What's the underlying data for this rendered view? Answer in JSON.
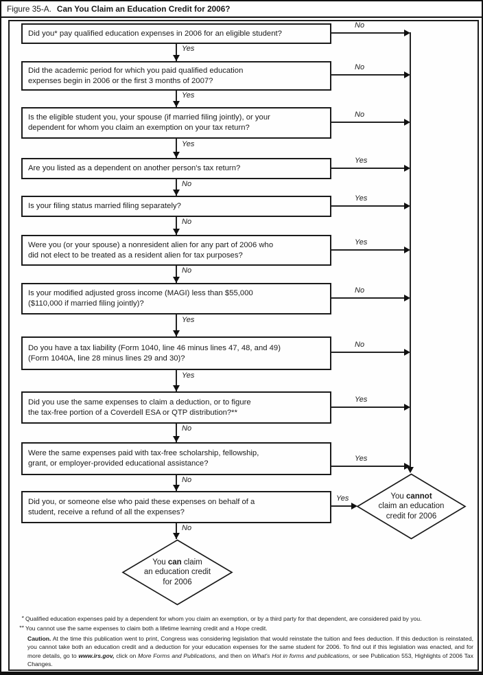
{
  "title": {
    "figure_label": "Figure 35-A.",
    "heading": "Can You Claim an Education Credit for 2006?"
  },
  "colors": {
    "ink": "#1a1a1a",
    "paper": "#fefefe"
  },
  "flowchart": {
    "boxes": [
      {
        "text": "Did you* pay qualified education expenses in 2006 for an eligible student?",
        "side_label": "No",
        "down_label": "Yes"
      },
      {
        "text": "Did the academic period for which you paid qualified education\nexpenses begin in 2006 or the first 3 months of 2007?",
        "side_label": "No",
        "down_label": "Yes"
      },
      {
        "text": "Is the eligible student you, your spouse (if married filing jointly), or your\ndependent for whom you claim an exemption on your tax return?",
        "side_label": "No",
        "down_label": "Yes"
      },
      {
        "text": "Are you listed as a dependent on another person's tax return?",
        "side_label": "Yes",
        "down_label": "No"
      },
      {
        "text": "Is your filing status married filing separately?",
        "side_label": "Yes",
        "down_label": "No"
      },
      {
        "text": "Were you (or your spouse) a nonresident alien for any part of 2006 who\ndid not elect to be treated as a resident alien for tax purposes?",
        "side_label": "Yes",
        "down_label": "No"
      },
      {
        "text": "Is your modified adjusted gross income (MAGI) less than $55,000\n($110,000 if married filing jointly)?",
        "side_label": "No",
        "down_label": "Yes"
      },
      {
        "text": "Do you have a tax liability (Form 1040, line 46 minus lines 47, 48, and 49)\n(Form 1040A, line 28 minus lines 29 and 30)?",
        "side_label": "No",
        "down_label": "Yes"
      },
      {
        "text": "Did you use the same expenses to claim a deduction, or to figure\nthe tax-free portion of a Coverdell ESA or QTP distribution?**",
        "side_label": "Yes",
        "down_label": "No"
      },
      {
        "text": "Were the same expenses paid with tax-free scholarship, fellowship,\ngrant, or employer-provided educational assistance?",
        "side_label": "Yes",
        "down_label": "No"
      },
      {
        "text": "Did you, or someone else who paid these expenses on behalf of a\nstudent, receive a refund of all the expenses?",
        "side_label": "Yes",
        "down_label": "No"
      }
    ],
    "outcome_cannot": {
      "line1_pre": "You ",
      "line1_bold": "cannot",
      "line2": "claim an education",
      "line3": "credit for 2006"
    },
    "outcome_can": {
      "line1_pre": "You ",
      "line1_bold": "can",
      "line1_post": " claim",
      "line2": "an education credit",
      "line3": "for 2006"
    }
  },
  "footnotes": {
    "star": {
      "marker": "*",
      "text": "Qualified education expenses paid by a dependent for whom you claim an exemption, or by a third party for that dependent, are considered paid by you."
    },
    "double_star": {
      "marker": "**",
      "text": "You cannot use the same expenses to claim both a lifetime learning credit and a Hope credit."
    },
    "caution": {
      "label": "Caution.",
      "part1": " At the time this publication went to print, Congress was considering legislation that would reinstate the tuition and fees deduction. If this deduction is reinstated, you cannot take both an education credit and a deduction for your education expenses for the same student for 2006. To find out if this legislation was enacted, and for more details, go to ",
      "website": "www.irs.gov,",
      "part2": " click on ",
      "menu_item": "More Forms and Publications,",
      "part3": " and then on ",
      "link_text": "What's Hot in forms and publications,",
      "part4": " or see Publication 553, Highlights of 2006 Tax Changes."
    }
  }
}
